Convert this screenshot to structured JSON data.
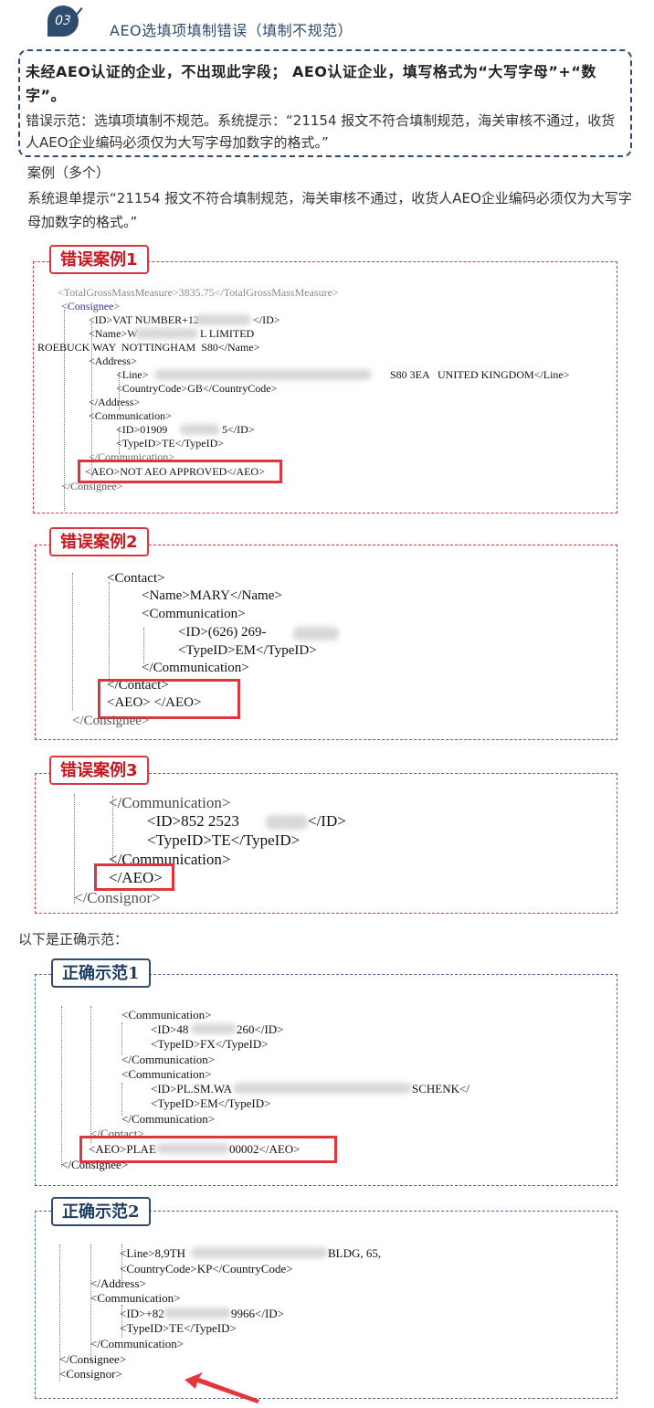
{
  "header": {
    "badge": "03",
    "title": "AEO选填项填制错误（填制不规范）"
  },
  "note": {
    "bold_line": "未经AEO认证的企业，不出现此字段； AEO认证企业，填写格式为“大写字母”+“数字”。",
    "text": "错误示范：选填项填制不规范。系统提示：“21154 报文不符合填制规范，海关审核不通过，收货人AEO企业编码必须仅为大写字母加数字的格式。”"
  },
  "case_heading": "案例（多个）",
  "case_description": "系统退单提示“21154 报文不符合填制规范，海关审核不通过，收货人AEO企业编码必须仅为大写字母加数字的格式。”",
  "correct_heading": "以下是正确示范：",
  "examples": {
    "wrong1": {
      "label": "错误案例1",
      "lines": [
        "<TotalGrossMassMeasure>3835.75</TotalGrossMassMeasure>",
        "<Consignee>",
        "<ID>VAT NUMBER+12",
        "</ID>",
        "<Name>W",
        "L LIMITED",
        "ROEBUCK WAY  NOTTINGHAM  S80</Name>",
        "<Address>",
        "<Line>",
        "S80 3EA   UNITED KINGDOM</Line>",
        "<CountryCode>GB</CountryCode>",
        "</Address>",
        "<Communication>",
        "<ID>01909",
        "5</ID>",
        "<TypeID>TE</TypeID>",
        "</Communication>",
        "<AEO>NOT AEO APPROVED</AEO>",
        "</Consignee>"
      ]
    },
    "wrong2": {
      "label": "错误案例2",
      "lines": [
        "<Contact>",
        "<Name>MARY</Name>",
        "<Communication>",
        "<ID>(626) 269-",
        "<TypeID>EM</TypeID>",
        "</Communication>",
        "</Contact>",
        "<AEO> </AEO>",
        "</Consignee>"
      ]
    },
    "wrong3": {
      "label": "错误案例3",
      "lines": [
        "</Communication>",
        "<ID>852 2523",
        "</ID>",
        "<TypeID>TE</TypeID>",
        "</Communication>",
        "</AEO>",
        "</Consignor>"
      ]
    },
    "right1": {
      "label": "正确示范1",
      "lines": [
        "<Communication>",
        "<ID>48",
        "260</ID>",
        "<TypeID>FX</TypeID>",
        "</Communication>",
        "<Communication>",
        "<ID>PL.SM.WA",
        "SCHENK</",
        "<TypeID>EM</TypeID>",
        "</Communication>",
        "</Contact>",
        "<AEO>PLAE",
        "00002</AEO>",
        "</Consignee>"
      ]
    },
    "right2": {
      "label": "正确示范2",
      "lines": [
        "<Line>8,9TH",
        "BLDG, 65,",
        "<CountryCode>KP</CountryCode>",
        "</Address>",
        "<Communication>",
        "<ID>+82",
        "9966</ID>",
        "<TypeID>TE</TypeID>",
        "</Communication>",
        "</Consignee>",
        "<Consignor>"
      ]
    }
  }
}
